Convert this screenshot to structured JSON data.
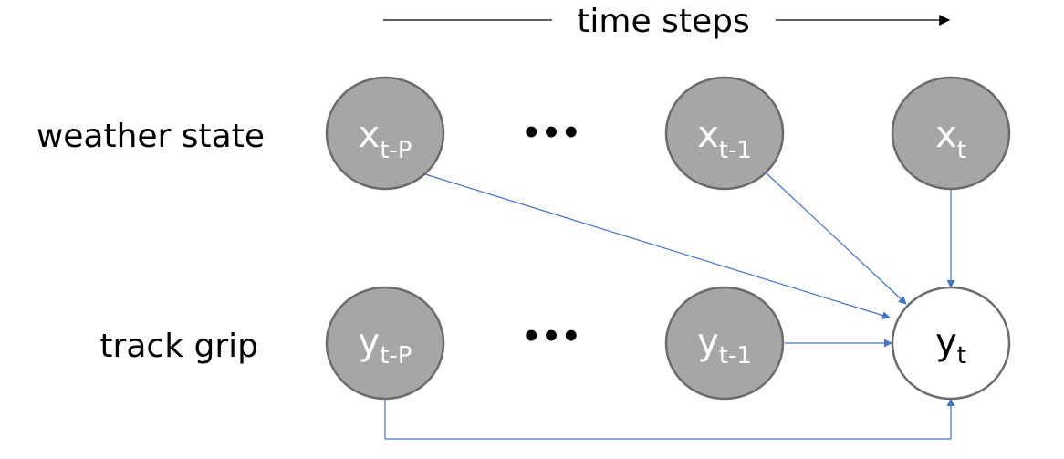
{
  "timeline": {
    "label": "time steps"
  },
  "rows": {
    "top_label": "weather state",
    "bottom_label": "track grip"
  },
  "ellipsis": "•••",
  "nodes": {
    "x_t_minus_p": {
      "base": "x",
      "sub": "t-P"
    },
    "x_t_minus_1": {
      "base": "x",
      "sub": "t-1"
    },
    "x_t": {
      "base": "x",
      "sub": "t"
    },
    "y_t_minus_p": {
      "base": "y",
      "sub": "t-P"
    },
    "y_t_minus_1": {
      "base": "y",
      "sub": "t-1"
    },
    "y_t": {
      "base": "y",
      "sub": "t"
    }
  },
  "colors": {
    "observed_node_fill": "#a6a6a6",
    "target_node_fill": "#ffffff",
    "node_stroke": "#6b6b6b",
    "edge": "#4472c4"
  }
}
